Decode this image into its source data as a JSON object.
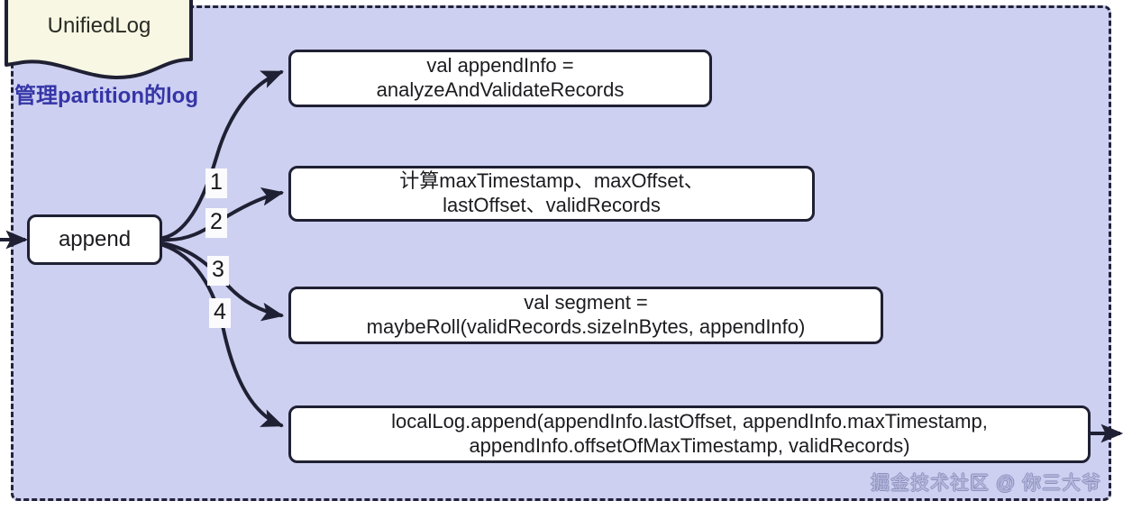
{
  "diagram": {
    "title_note": {
      "label": "UnifiedLog",
      "subtitle": "管理partition的log",
      "note_fill": "#f7f7e3",
      "subtitle_color": "#3535a8"
    },
    "container": {
      "fill": "#cdd0f0",
      "border_color": "#22223a",
      "border_style": "dashed"
    },
    "entry_node": {
      "label": "append"
    },
    "steps": [
      {
        "number": "1",
        "label": "val appendInfo =\nanalyzeAndValidateRecords"
      },
      {
        "number": "2",
        "label": "计算maxTimestamp、maxOffset、\nlastOffset、validRecords"
      },
      {
        "number": "3",
        "label": "val segment =\nmaybeRoll(validRecords.sizeInBytes, appendInfo)"
      },
      {
        "number": "4",
        "label": "localLog.append(appendInfo.lastOffset, appendInfo.maxTimestamp,\nappendInfo.offsetOfMaxTimestamp, validRecords)"
      }
    ],
    "watermark": "掘金技术社区 @ 你三大爷"
  }
}
